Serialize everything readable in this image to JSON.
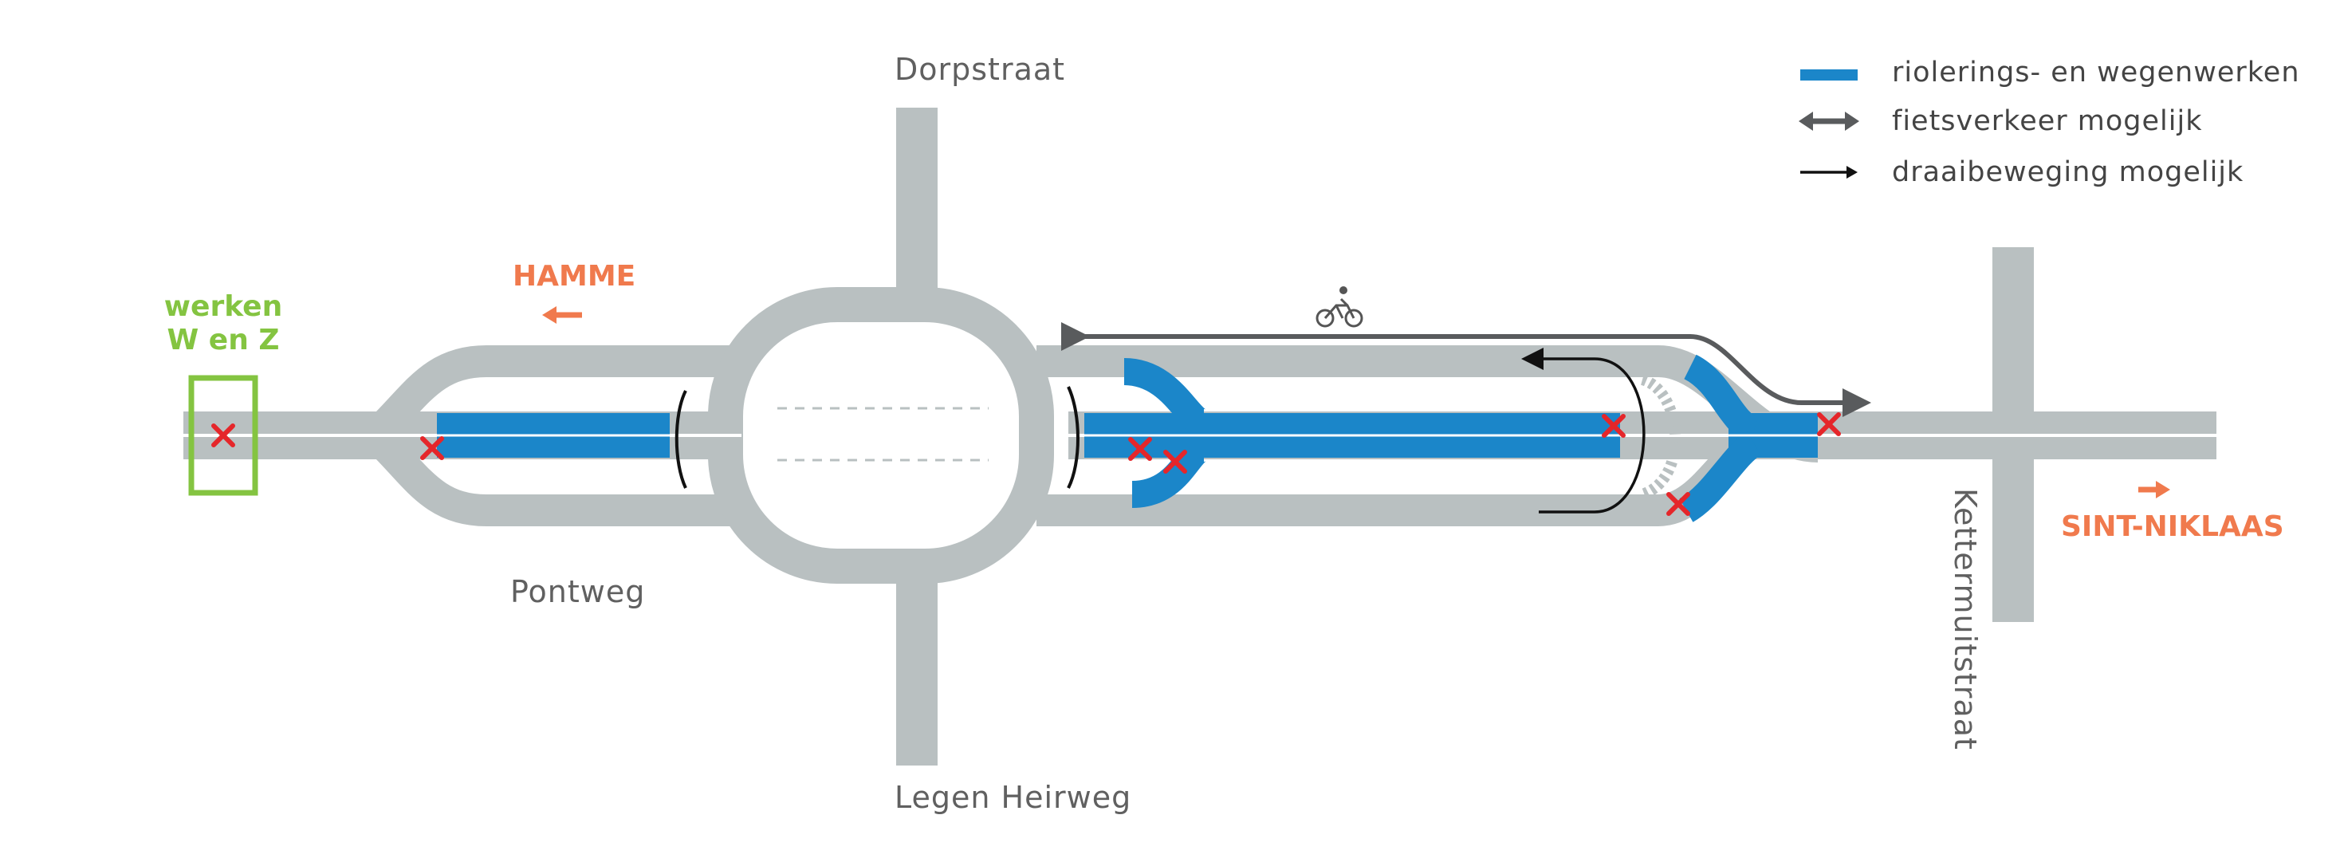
{
  "colors": {
    "road": "#b9c0c1",
    "works": "#1b86c9",
    "city": "#f07a4d",
    "green": "#84c441",
    "cross": "#e5262a",
    "bike_arrow": "#595b5d",
    "turn_arrow": "#111111",
    "label": "#606060"
  },
  "streets": {
    "dorpstraat": "Dorpstraat",
    "legen_heirweg": "Legen Heirweg",
    "pontweg": "Pontweg",
    "kettermuitstraat": "Kettermuitstraat"
  },
  "directions": {
    "west": "HAMME",
    "east": "SINT-NIKLAAS"
  },
  "works_zone": {
    "line1": "werken",
    "line2": "W en Z"
  },
  "legend": {
    "items": [
      {
        "label": "riolerings- en wegenwerken",
        "symbol": "blue-bar"
      },
      {
        "label": "fietsverkeer mogelijk",
        "symbol": "double-arrow"
      },
      {
        "label": "draaibeweging mogelijk",
        "symbol": "thin-arrow"
      }
    ]
  },
  "icons": {
    "bicycle": "bicycle-icon",
    "cross": "closure-cross-icon"
  }
}
